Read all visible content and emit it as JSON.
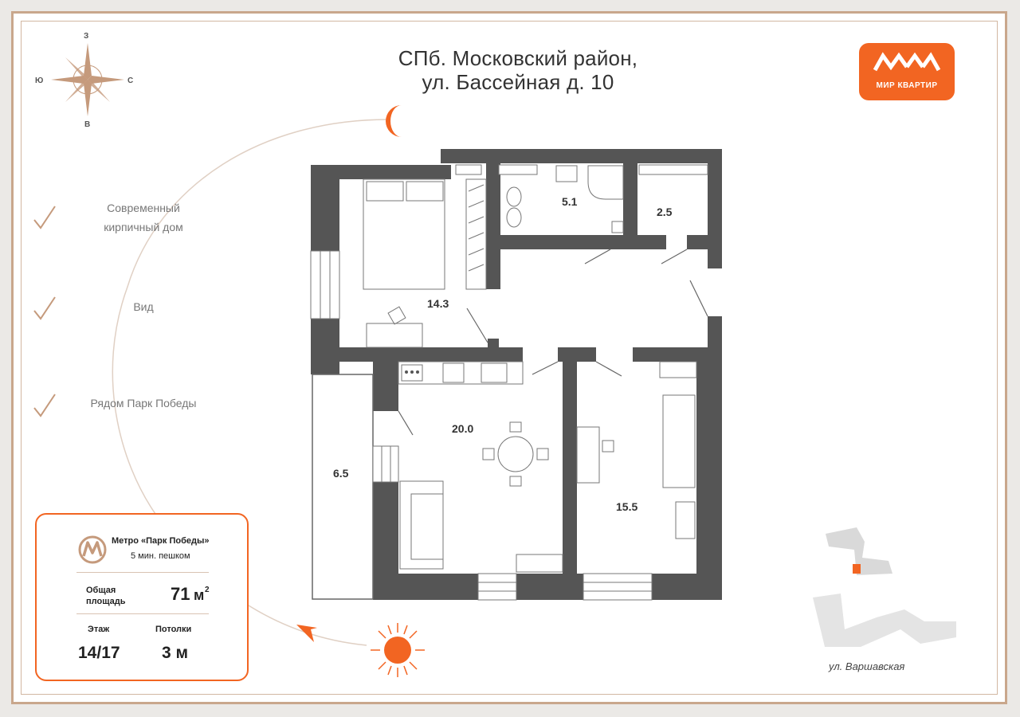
{
  "title": {
    "line1": "СПб. Московский район,",
    "line2": "ул. Бассейная д. 10"
  },
  "logo": {
    "text": "МИР КВАРТИР"
  },
  "compass": {
    "north": "З",
    "south": "В",
    "west": "Ю",
    "east": "С"
  },
  "features": [
    "Современный кирпичный дом",
    "Вид",
    "Рядом Парк Победы"
  ],
  "info_card": {
    "metro_name": "Метро «Парк Победы»",
    "metro_walk": "5 мин. пешком",
    "area_label": "Общая площадь",
    "area_value": "71",
    "area_unit": "м",
    "area_sup": "2",
    "floor_label": "Этаж",
    "floor_value": "14/17",
    "ceiling_label": "Потолки",
    "ceiling_value": "3 м"
  },
  "rooms": {
    "bedroom": "14.3",
    "bathroom": "5.1",
    "storage": "2.5",
    "kitchen_living": "20.0",
    "balcony": "6.5",
    "room": "15.5"
  },
  "street": "ул. Варшавская",
  "colors": {
    "accent": "#f26522",
    "frame": "#c9a78c",
    "wall": "#555555",
    "compass": "#c59a7c"
  }
}
